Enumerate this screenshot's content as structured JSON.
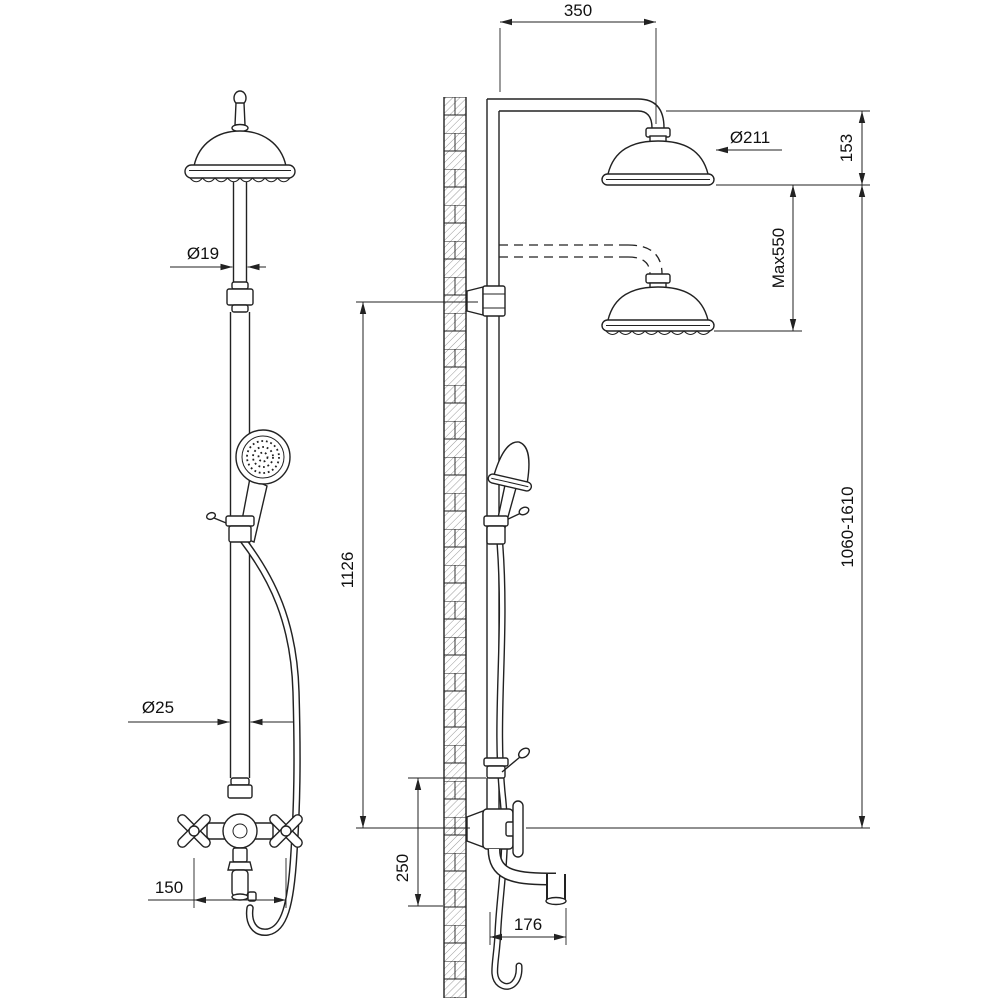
{
  "drawing": {
    "background": "#ffffff",
    "line_color": "#222222",
    "dimensions": {
      "top_width": "350",
      "head_diameter": "Ø211",
      "arm_to_head_drop": "153",
      "max_height_adjust": "Max550",
      "upper_pipe_diameter": "Ø19",
      "column_length": "1126",
      "overall_height_range": "1060-1610",
      "lower_pipe_diameter": "Ø25",
      "handle_span": "150",
      "mixer_to_spout_drop": "250",
      "spout_reach": "176"
    }
  }
}
